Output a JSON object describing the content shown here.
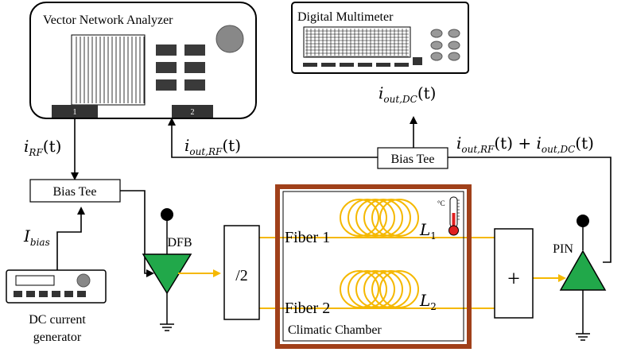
{
  "instruments": {
    "vna": {
      "title": "Vector Network Analyzer",
      "port1": "1",
      "port2": "2"
    },
    "multimeter": {
      "title": "Digital Multimeter"
    },
    "dc_generator": {
      "label_line1": "DC current",
      "label_line2": "generator"
    }
  },
  "bias_tees": {
    "left": "Bias Tee",
    "right": "Bias Tee"
  },
  "signals": {
    "i_rf": {
      "main": "i",
      "sub": "RF",
      "tail": "(t)"
    },
    "i_out_rf": {
      "main": "i",
      "sub": "out,RF",
      "tail": "(t)"
    },
    "i_out_dc": {
      "main": "i",
      "sub": "out,DC",
      "tail": "(t)"
    },
    "i_sum_part1": {
      "main": "i",
      "sub": "out,RF",
      "tail": "(t) + "
    },
    "i_sum_part2": {
      "main": "i",
      "sub": "out,DC",
      "tail": "(t)"
    },
    "i_bias": {
      "main": "I",
      "sub": "bias"
    }
  },
  "components": {
    "dfb": "DFB",
    "splitter": "/2",
    "combiner": "+",
    "pin": "PIN"
  },
  "chamber": {
    "label": "Climatic Chamber",
    "thermometer_unit": "°C",
    "fiber1": "Fiber 1",
    "fiber2": "Fiber 2",
    "length1": {
      "main": "L",
      "sub": "1"
    },
    "length2": {
      "main": "L",
      "sub": "2"
    }
  },
  "colors": {
    "chamber_border": "#a0401a",
    "fiber": "#f5b800",
    "triangle": "#21a84a",
    "port": "#333333",
    "thermo_bulb": "#e02020"
  }
}
